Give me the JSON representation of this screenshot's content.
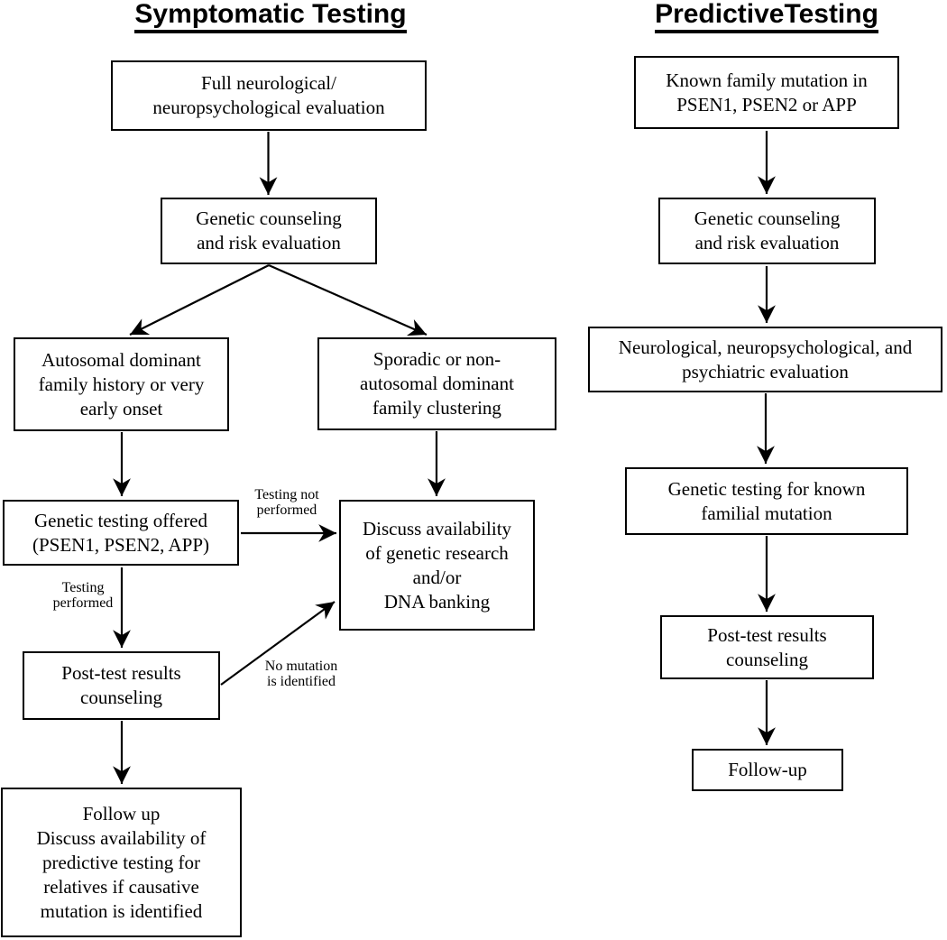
{
  "diagram": {
    "colors": {
      "line": "#000000",
      "background": "#ffffff"
    },
    "left": {
      "title": "Symptomatic Testing",
      "box_full_eval": "Full neurological/\nneuropsychological evaluation",
      "box_counseling": "Genetic counseling\nand risk evaluation",
      "box_autosomal": "Autosomal dominant\nfamily history or very\nearly onset",
      "box_sporadic": "Sporadic or non-\nautosomal dominant\nfamily clustering",
      "box_testing_offered": "Genetic testing offered\n(PSEN1, PSEN2, APP)",
      "box_discuss": "Discuss availability\nof genetic research\nand/or\nDNA banking",
      "box_posttest": "Post-test results\ncounseling",
      "box_followup": "Follow up\nDiscuss availability of\npredictive testing for\nrelatives if causative\nmutation is identified",
      "label_testing_not_performed": "Testing not\nperformed",
      "label_testing_performed": "Testing\nperformed",
      "label_no_mutation": "No mutation\nis identified"
    },
    "right": {
      "title": "PredictiveTesting",
      "box_known_mutation": "Known family mutation in\nPSEN1, PSEN2 or APP",
      "box_counseling": "Genetic counseling\nand risk evaluation",
      "box_neuro_eval": "Neurological, neuropsychological, and\npsychiatric evaluation",
      "box_genetic_testing": "Genetic testing for known\nfamilial mutation",
      "box_posttest": "Post-test results\ncounseling",
      "box_followup": "Follow-up"
    }
  }
}
